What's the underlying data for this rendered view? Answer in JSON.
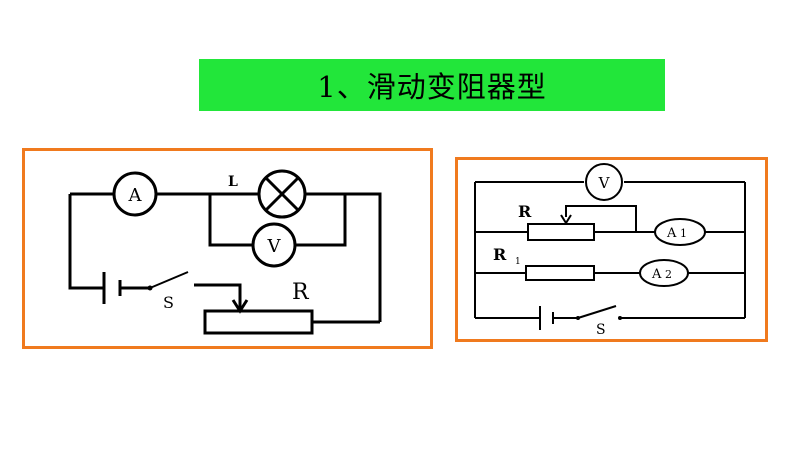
{
  "title": "1、滑动变阻器型",
  "colors": {
    "title_bg": "#22e63a",
    "panel_border": "#f07a1e"
  },
  "left_circuit": {
    "ammeter": "A",
    "lamp_label": "L",
    "voltmeter": "V",
    "rheostat_label": "R",
    "switch_label": "S"
  },
  "right_circuit": {
    "voltmeter": "V",
    "rheostat_label": "R",
    "resistor_label": "R",
    "resistor_subscript": "1",
    "ammeter1_main": "A",
    "ammeter1_sub": "1",
    "ammeter2_main": "A",
    "ammeter2_sub": "2",
    "switch_label": "S"
  }
}
